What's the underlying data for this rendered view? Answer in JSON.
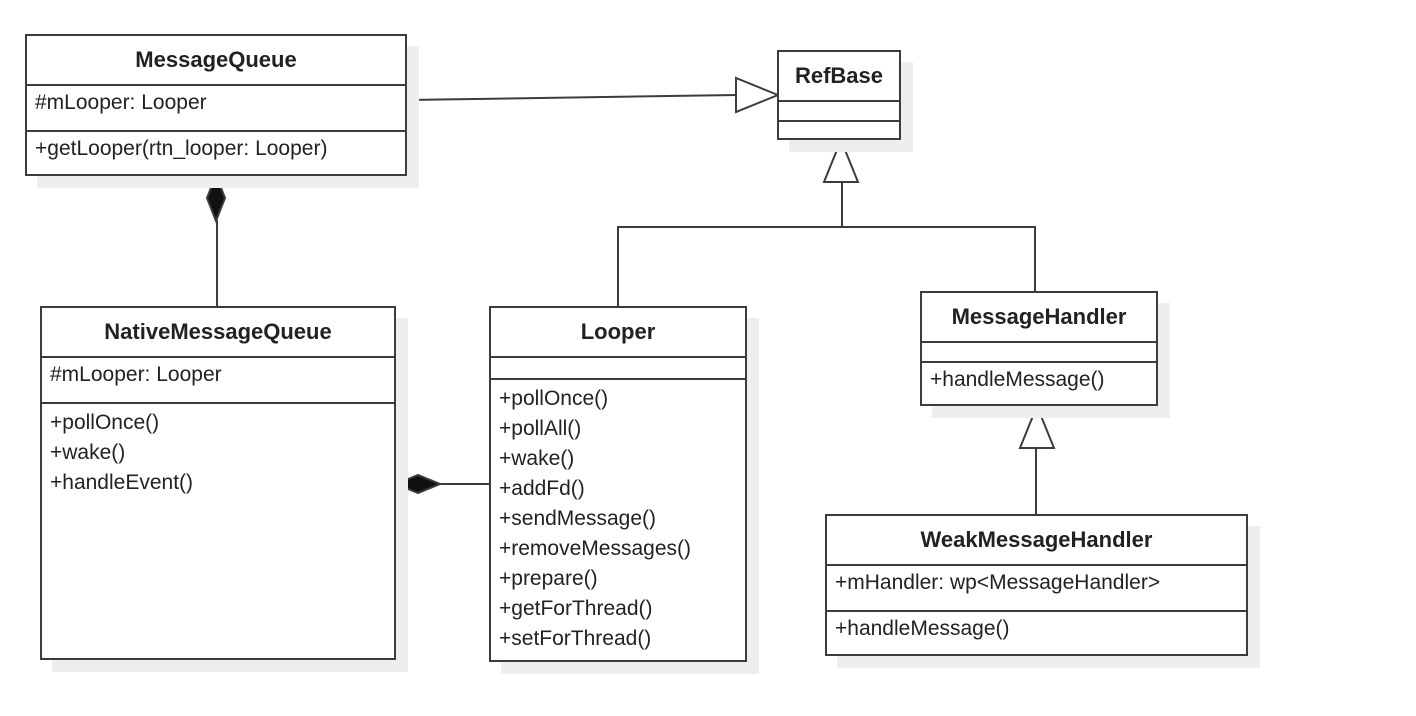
{
  "classes": {
    "message_queue": {
      "name": "MessageQueue",
      "attributes": [
        "#mLooper: Looper"
      ],
      "operations": [
        "+getLooper(rtn_looper: Looper)"
      ]
    },
    "ref_base": {
      "name": "RefBase",
      "attributes": [],
      "operations": []
    },
    "native_message_queue": {
      "name": "NativeMessageQueue",
      "attributes": [
        "#mLooper: Looper"
      ],
      "operations": [
        "+pollOnce()",
        "+wake()",
        "+handleEvent()"
      ]
    },
    "looper": {
      "name": "Looper",
      "attributes": [],
      "operations": [
        "+pollOnce()",
        "+pollAll()",
        "+wake()",
        "+addFd()",
        "+sendMessage()",
        "+removeMessages()",
        "+prepare()",
        "+getForThread()",
        "+setForThread()"
      ]
    },
    "message_handler": {
      "name": "MessageHandler",
      "attributes": [],
      "operations": [
        "+handleMessage()"
      ]
    },
    "weak_message_handler": {
      "name": "WeakMessageHandler",
      "attributes": [
        "+mHandler: wp<MessageHandler>"
      ],
      "operations": [
        "+handleMessage()"
      ]
    }
  },
  "relations": [
    {
      "kind": "generalization",
      "from": "MessageQueue",
      "to": "RefBase"
    },
    {
      "kind": "generalization",
      "from": "Looper",
      "to": "RefBase"
    },
    {
      "kind": "generalization",
      "from": "MessageHandler",
      "to": "RefBase"
    },
    {
      "kind": "generalization",
      "from": "WeakMessageHandler",
      "to": "MessageHandler"
    },
    {
      "kind": "composition",
      "whole": "MessageQueue",
      "part": "NativeMessageQueue"
    },
    {
      "kind": "composition",
      "whole": "NativeMessageQueue",
      "part": "Looper"
    }
  ],
  "colors": {
    "line": "#3c3c3c",
    "shadow": "#eeeeee",
    "text": "#222222"
  }
}
